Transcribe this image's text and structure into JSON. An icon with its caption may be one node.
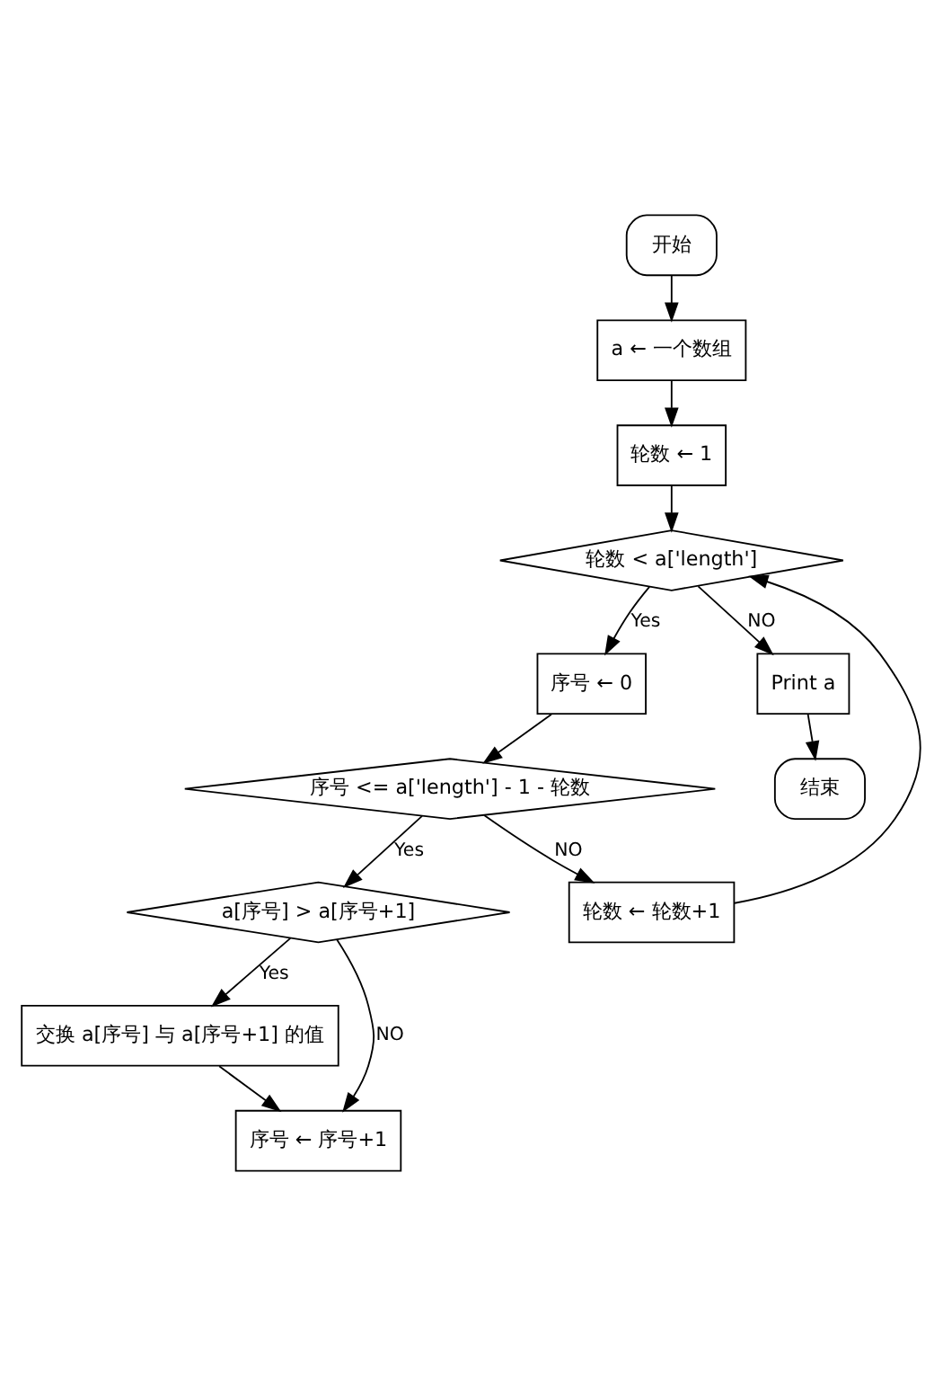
{
  "diagram": {
    "nodes": [
      {
        "text": [
          "开始"
        ]
      },
      {
        "text": [
          "a ← 一个数组"
        ]
      },
      {
        "text": [
          "轮数 ← 1"
        ]
      },
      {
        "text": [
          "轮数 < a['length']"
        ]
      },
      {
        "text": [
          "序号 ← 0"
        ]
      },
      {
        "text": [
          "序号 <= a['length'] - 1 - 轮数"
        ]
      },
      {
        "text": [
          "a[序号] > a[序号+1]"
        ]
      },
      {
        "text": [
          "交换 a[序号] 与 a[序号+1] 的值"
        ]
      },
      {
        "text": [
          "序号 ← 序号+1"
        ]
      },
      {
        "text": [
          "轮数 ← 轮数+1"
        ]
      },
      {
        "text": [
          "Print a"
        ]
      },
      {
        "text": [
          "结束"
        ]
      }
    ],
    "edges": [
      {
        "from": 0,
        "to": 1,
        "arrow": "to"
      },
      {
        "from": 1,
        "to": 2,
        "arrow": "to"
      },
      {
        "from": 2,
        "to": 3,
        "arrow": "to"
      },
      {
        "from": 3,
        "to": 4,
        "arrow": "to",
        "label": "Yes"
      },
      {
        "from": 3,
        "to": 10,
        "arrow": "to",
        "label": "NO"
      },
      {
        "from": 4,
        "to": 5,
        "arrow": "to"
      },
      {
        "from": 5,
        "to": 6,
        "arrow": "to",
        "label": "Yes"
      },
      {
        "from": 5,
        "to": 9,
        "arrow": "to",
        "label": "NO"
      },
      {
        "from": 6,
        "to": 7,
        "arrow": "to",
        "label": "Yes"
      },
      {
        "from": 6,
        "to": 8,
        "arrow": "to",
        "label": "NO"
      },
      {
        "from": 7,
        "to": 8,
        "arrow": "to"
      },
      {
        "from": 9,
        "to": 3,
        "arrow": "to"
      },
      {
        "from": 10,
        "to": 11,
        "arrow": "to"
      }
    ]
  }
}
